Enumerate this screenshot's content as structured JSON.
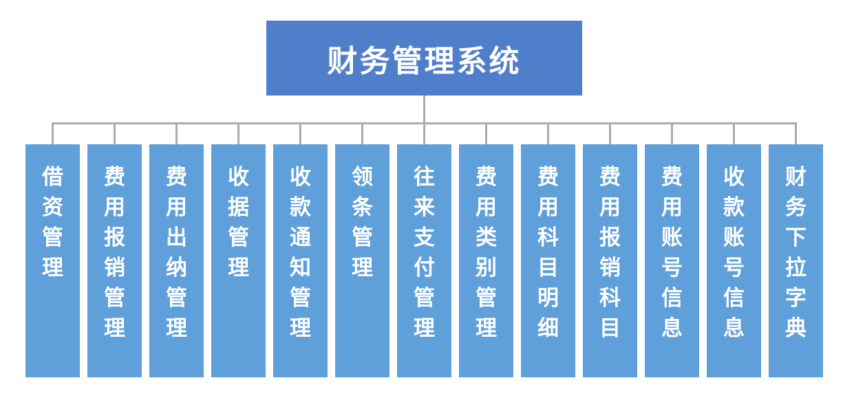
{
  "diagram": {
    "type": "org-chart",
    "root": {
      "label": "财务管理系统"
    },
    "children": [
      {
        "label": "借资管理"
      },
      {
        "label": "费用报销管理"
      },
      {
        "label": "费用出纳管理"
      },
      {
        "label": "收据管理"
      },
      {
        "label": "收款通知管理"
      },
      {
        "label": "领条管理"
      },
      {
        "label": "往来支付管理"
      },
      {
        "label": "费用类别管理"
      },
      {
        "label": "费用科目明细"
      },
      {
        "label": "费用报销科目"
      },
      {
        "label": "费用账号信息"
      },
      {
        "label": "收款账号信息"
      },
      {
        "label": "财务下拉字典"
      }
    ],
    "colors": {
      "background": "#FFFFFF",
      "root_fill": "#4F7FCA",
      "child_fill": "#5F9FDA",
      "connector": "#ABABAB",
      "text": "#FFFFFF"
    }
  }
}
